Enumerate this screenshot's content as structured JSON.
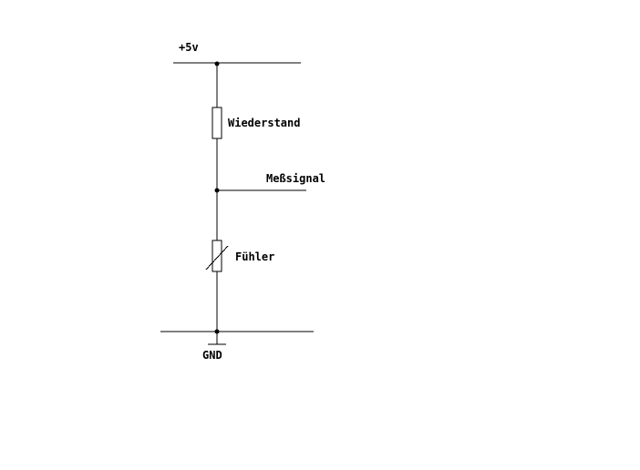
{
  "labels": {
    "supply": "+5v",
    "resistor": "Wiederstand",
    "signal": "Meßsignal",
    "sensor": "Fühler",
    "ground": "GND"
  }
}
